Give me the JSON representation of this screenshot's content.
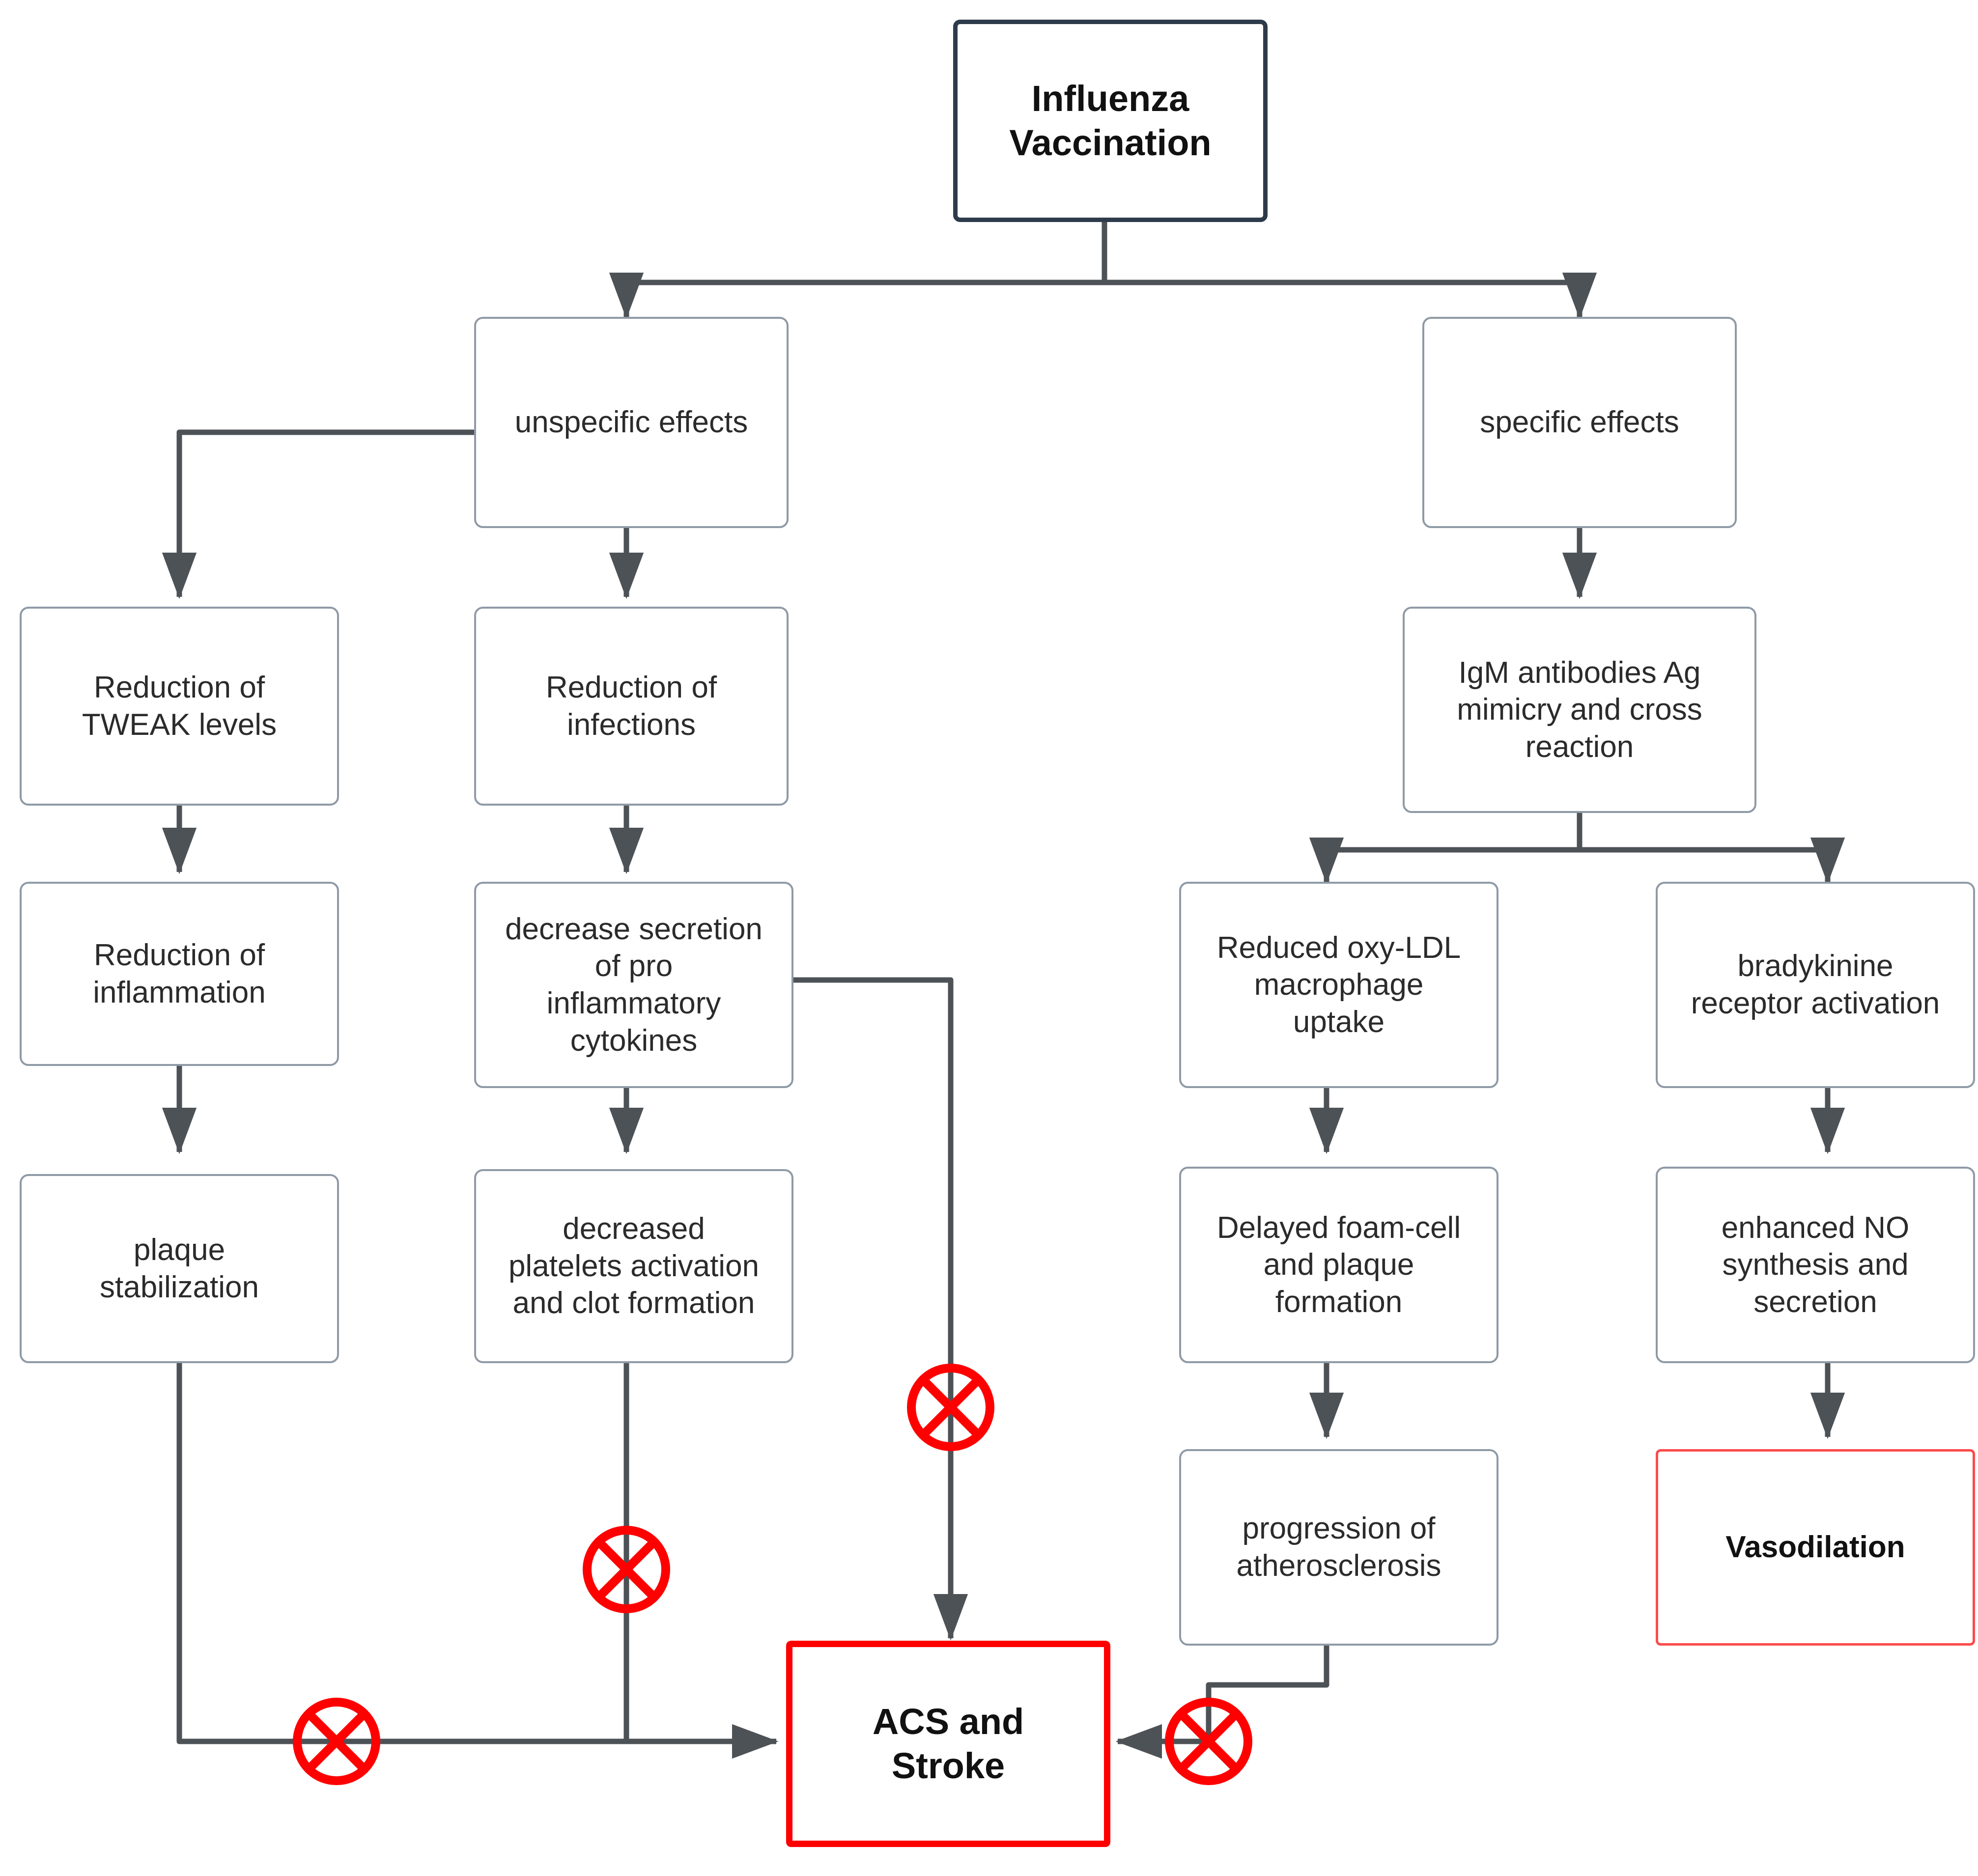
{
  "diagram": {
    "title": "Influenza Vaccination pathway to ACS and Stroke",
    "colors": {
      "node_border": "#8f9aa6",
      "root_border": "#2e3b4a",
      "danger_border": "#ff0000",
      "outline_red": "#fb4b4b",
      "edge": "#4d5257",
      "inhibition": "#ff0000",
      "text": "#2b2b2b",
      "background": "#ffffff"
    },
    "nodes": [
      {
        "id": "root",
        "label": "Influenza\nVaccination"
      },
      {
        "id": "unspecific",
        "label": "unspecific effects"
      },
      {
        "id": "specific",
        "label": "specific effects"
      },
      {
        "id": "tweak",
        "label": "Reduction of\nTWEAK levels"
      },
      {
        "id": "infections",
        "label": "Reduction of\ninfections"
      },
      {
        "id": "igm",
        "label": "IgM antibodies Ag\nmimicry and cross\nreaction"
      },
      {
        "id": "inflammation",
        "label": "Reduction of\ninflammation"
      },
      {
        "id": "cytokines",
        "label": "decrease secretion\nof pro\ninflammatory\ncytokines"
      },
      {
        "id": "oxyldl",
        "label": "Reduced oxy-LDL\nmacrophage\nuptake"
      },
      {
        "id": "bradykinine",
        "label": "bradykinine\nreceptor activation"
      },
      {
        "id": "plaque",
        "label": "plaque\nstabilization"
      },
      {
        "id": "platelets",
        "label": "decreased\nplatelets activation\nand clot formation"
      },
      {
        "id": "foamcell",
        "label": "Delayed foam-cell\nand plaque\nformation"
      },
      {
        "id": "nosynth",
        "label": "enhanced NO\nsynthesis and\nsecretion"
      },
      {
        "id": "atherosclerosis",
        "label": "progression of\natherosclerosis"
      },
      {
        "id": "vasodilation",
        "label": "Vasodilation"
      },
      {
        "id": "acs",
        "label": "ACS and\nStroke"
      }
    ],
    "inhibition_markers": [
      {
        "id": "inhib-cytokines-acs",
        "name": "inhibition-marker-cytokines-to-acs"
      },
      {
        "id": "inhib-platelets-acs",
        "name": "inhibition-marker-platelets-to-acs"
      },
      {
        "id": "inhib-plaque-acs",
        "name": "inhibition-marker-plaque-to-acs"
      },
      {
        "id": "inhib-atherosclerosis-acs",
        "name": "inhibition-marker-atherosclerosis-to-acs"
      }
    ],
    "edges": [
      {
        "from": "root",
        "to": "unspecific",
        "type": "arrow"
      },
      {
        "from": "root",
        "to": "specific",
        "type": "arrow"
      },
      {
        "from": "unspecific",
        "to": "tweak",
        "type": "arrow"
      },
      {
        "from": "unspecific",
        "to": "infections",
        "type": "arrow"
      },
      {
        "from": "specific",
        "to": "igm",
        "type": "arrow"
      },
      {
        "from": "tweak",
        "to": "inflammation",
        "type": "arrow"
      },
      {
        "from": "infections",
        "to": "cytokines",
        "type": "arrow"
      },
      {
        "from": "igm",
        "to": "oxyldl",
        "type": "arrow"
      },
      {
        "from": "igm",
        "to": "bradykinine",
        "type": "arrow"
      },
      {
        "from": "inflammation",
        "to": "plaque",
        "type": "arrow"
      },
      {
        "from": "cytokines",
        "to": "platelets",
        "type": "arrow"
      },
      {
        "from": "oxyldl",
        "to": "foamcell",
        "type": "arrow"
      },
      {
        "from": "bradykinine",
        "to": "nosynth",
        "type": "arrow"
      },
      {
        "from": "foamcell",
        "to": "atherosclerosis",
        "type": "arrow"
      },
      {
        "from": "nosynth",
        "to": "vasodilation",
        "type": "arrow"
      },
      {
        "from": "cytokines",
        "to": "acs",
        "type": "inhibited"
      },
      {
        "from": "platelets",
        "to": "acs",
        "type": "inhibited"
      },
      {
        "from": "plaque",
        "to": "acs",
        "type": "inhibited"
      },
      {
        "from": "atherosclerosis",
        "to": "acs",
        "type": "inhibited"
      }
    ]
  }
}
